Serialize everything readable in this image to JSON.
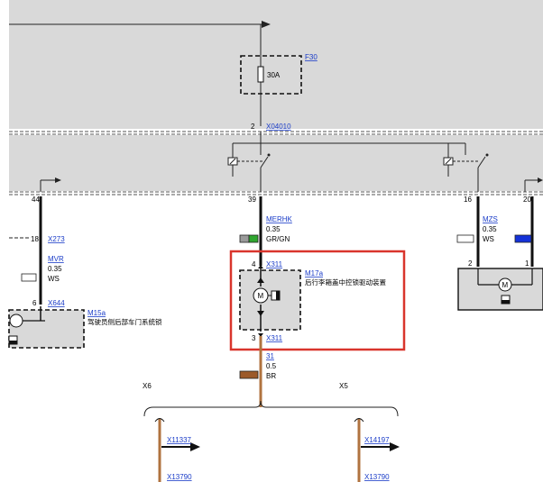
{
  "fuse": {
    "id": "F30",
    "rating": "30A"
  },
  "connectors": {
    "top_pin": "2",
    "top_conn": "X04010",
    "pin_44": "44",
    "pin_39": "39",
    "pin_16": "16",
    "pin_20": "20"
  },
  "left": {
    "pin18": "18",
    "conn_x273": "X273",
    "wire": "MVR",
    "gauge": "0.35",
    "color": "WS",
    "pin6": "6",
    "conn_x644": "X644",
    "module_id": "M15a",
    "module_desc": "驾驶员侧后部车门系统锁"
  },
  "center": {
    "wire": "MERHK",
    "gauge": "0.35",
    "color": "GR/GN",
    "pin4": "4",
    "conn_top": "X311",
    "module_id": "M17a",
    "module_desc": "后行李箱盖中控锁驱动装置",
    "pin3": "3",
    "conn_bottom": "X311",
    "wire2": "31",
    "gauge2": "0.5",
    "color2": "BR",
    "branch_left": "X6",
    "branch_right": "X5",
    "left_branch_top": "X11337",
    "left_branch_bottom": "X13790",
    "right_branch_top": "X14197",
    "right_branch_bottom": "X13790"
  },
  "right": {
    "wire": "MZS",
    "gauge": "0.35",
    "color": "WS",
    "pin2": "2",
    "pin1": "1"
  },
  "colors": {
    "panel": "#d9d9d9",
    "highlight": "#d9352c",
    "link": "#1a3cc8",
    "wire_brown": "#b0733f",
    "swatch_green": "#2fa62f",
    "swatch_blue": "#1432d8",
    "swatch_brown": "#9c5a2a"
  }
}
